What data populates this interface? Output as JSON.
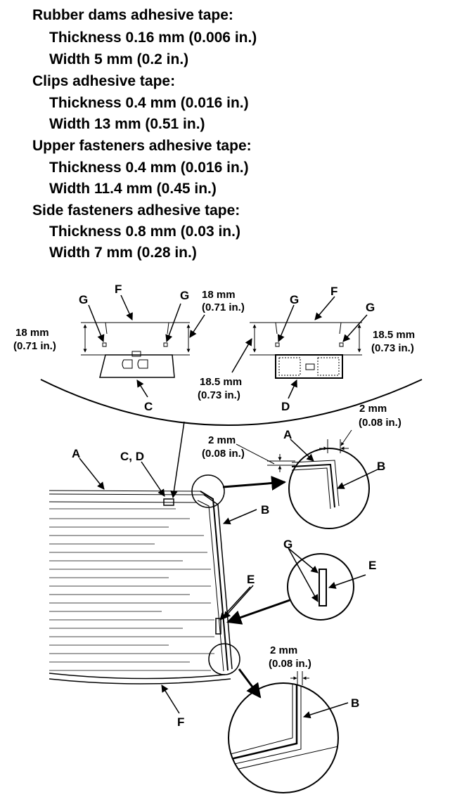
{
  "specs": [
    {
      "heading": "Rubber dams adhesive tape:",
      "thickness": "Thickness 0.16 mm (0.006 in.)",
      "width": "Width 5 mm (0.2 in.)"
    },
    {
      "heading": "Clips adhesive tape:",
      "thickness": "Thickness 0.4 mm (0.016 in.)",
      "width": "Width 13 mm (0.51 in.)"
    },
    {
      "heading": "Upper fasteners adhesive tape:",
      "thickness": "Thickness 0.4 mm (0.016 in.)",
      "width": "Width 11.4 mm (0.45 in.)"
    },
    {
      "heading": "Side fasteners adhesive tape:",
      "thickness": "Thickness 0.8 mm (0.03 in.)",
      "width": "Width 7 mm (0.28 in.)"
    }
  ],
  "labels": {
    "A": "A",
    "B": "B",
    "C": "C",
    "D": "D",
    "E": "E",
    "F": "F",
    "G": "G",
    "CD": "C, D"
  },
  "dims": {
    "d18": "18 mm",
    "d18in": "(0.71 in.)",
    "d185": "18.5 mm",
    "d185in": "(0.73 in.)",
    "d2": "2 mm",
    "d2in": "(0.08 in.)"
  }
}
